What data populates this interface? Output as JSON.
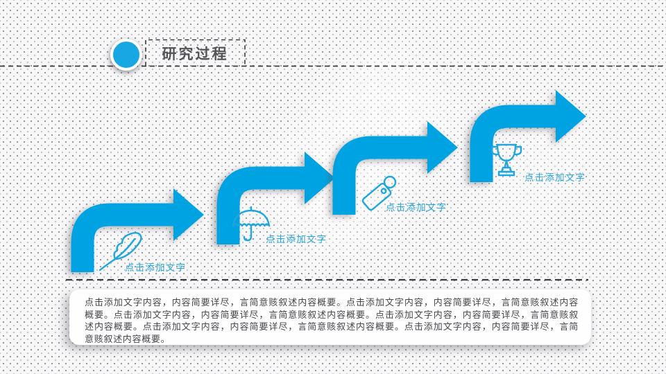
{
  "slide": {
    "title": "研究过程",
    "accent_color": "#00a3e2",
    "label_color": "#2ba7dc",
    "title_color": "#53545a",
    "body_color": "#47474d"
  },
  "steps": [
    {
      "icon": "quill-icon",
      "label": "点击添加文字"
    },
    {
      "icon": "umbrella-icon",
      "label": "点击添加文字"
    },
    {
      "icon": "tag-icon",
      "label": "点击添加文字"
    },
    {
      "icon": "trophy-icon",
      "label": "点击添加文字"
    }
  ],
  "body": {
    "text": "点击添加文字内容，内容简要详尽，言简意赅叙述内容概要。点击添加文字内容，内容简要详尽，言简意赅叙述内容概要。点击添加文字内容，内容简要详尽，言简意赅叙述内容概要。点击添加文字内容，内容简要详尽，言简意赅叙述内容概要。点击添加文字内容，内容简要详尽，言简意赅叙述内容概要。点击添加文字内容，内容简要详尽，言简意赅叙述内容概要。"
  }
}
